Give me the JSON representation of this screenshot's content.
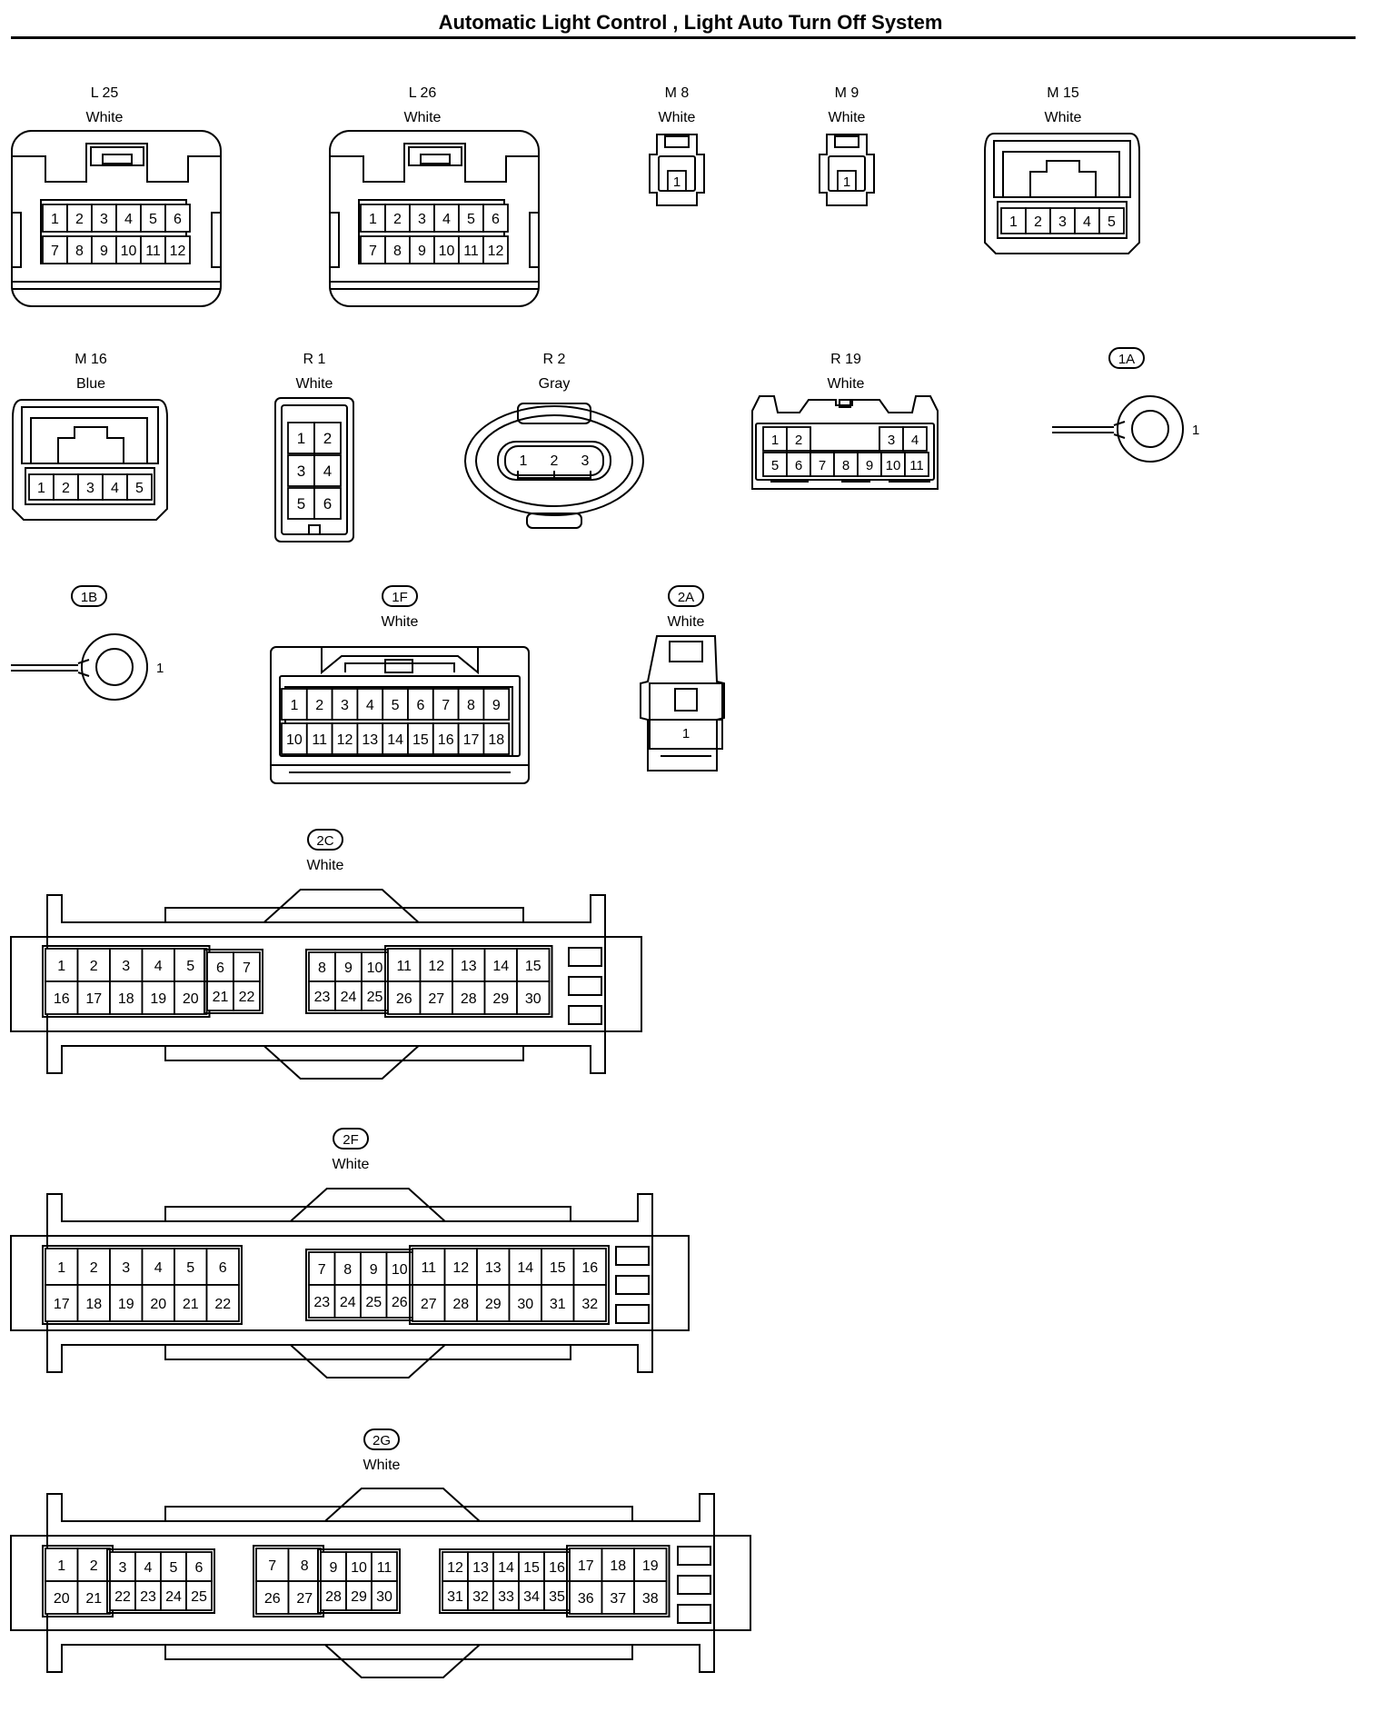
{
  "title": "Automatic Light Control , Light Auto Turn Off System",
  "connectors": [
    {
      "code": "L 25",
      "color": "White",
      "style": "plain",
      "pins": [
        [
          "1",
          "2",
          "3",
          "4",
          "5",
          "6"
        ],
        [
          "7",
          "8",
          "9",
          "10",
          "11",
          "12"
        ]
      ]
    },
    {
      "code": "L 26",
      "color": "White",
      "style": "plain",
      "pins": [
        [
          "1",
          "2",
          "3",
          "4",
          "5",
          "6"
        ],
        [
          "7",
          "8",
          "9",
          "10",
          "11",
          "12"
        ]
      ]
    },
    {
      "code": "M 8",
      "color": "White",
      "style": "plain",
      "pins": [
        [
          "1"
        ]
      ]
    },
    {
      "code": "M 9",
      "color": "White",
      "style": "plain",
      "pins": [
        [
          "1"
        ]
      ]
    },
    {
      "code": "M 15",
      "color": "White",
      "style": "plain",
      "pins": [
        [
          "1",
          "2",
          "3",
          "4",
          "5"
        ]
      ]
    },
    {
      "code": "M 16",
      "color": "Blue",
      "style": "plain",
      "pins": [
        [
          "1",
          "2",
          "3",
          "4",
          "5"
        ]
      ]
    },
    {
      "code": "R 1",
      "color": "White",
      "style": "plain",
      "pins": [
        [
          "1",
          "2"
        ],
        [
          "3",
          "4"
        ],
        [
          "5",
          "6"
        ]
      ]
    },
    {
      "code": "R 2",
      "color": "Gray",
      "style": "plain",
      "pins": [
        [
          "1",
          "2",
          "3"
        ]
      ]
    },
    {
      "code": "R 19",
      "color": "White",
      "style": "plain",
      "pins": [
        [
          "1",
          "2",
          "3",
          "4"
        ],
        [
          "5",
          "6",
          "7",
          "8",
          "9",
          "10",
          "11"
        ]
      ]
    },
    {
      "code": "1A",
      "color": "",
      "style": "pill",
      "pins": [
        [
          "1"
        ]
      ]
    },
    {
      "code": "1B",
      "color": "",
      "style": "pill",
      "pins": [
        [
          "1"
        ]
      ]
    },
    {
      "code": "1F",
      "color": "White",
      "style": "pill",
      "pins": [
        [
          "1",
          "2",
          "3",
          "4",
          "5",
          "6",
          "7",
          "8",
          "9"
        ],
        [
          "10",
          "11",
          "12",
          "13",
          "14",
          "15",
          "16",
          "17",
          "18"
        ]
      ]
    },
    {
      "code": "2A",
      "color": "White",
      "style": "pill",
      "pins": [
        [
          "1"
        ]
      ]
    },
    {
      "code": "2C",
      "color": "White",
      "style": "pill",
      "pins": [
        [
          "1",
          "2",
          "3",
          "4",
          "5",
          "6",
          "7",
          "8",
          "9",
          "10",
          "11",
          "12",
          "13",
          "14",
          "15"
        ],
        [
          "16",
          "17",
          "18",
          "19",
          "20",
          "21",
          "22",
          "23",
          "24",
          "25",
          "26",
          "27",
          "28",
          "29",
          "30"
        ]
      ]
    },
    {
      "code": "2F",
      "color": "White",
      "style": "pill",
      "pins": [
        [
          "1",
          "2",
          "3",
          "4",
          "5",
          "6",
          "7",
          "8",
          "9",
          "10",
          "11",
          "12",
          "13",
          "14",
          "15",
          "16"
        ],
        [
          "17",
          "18",
          "19",
          "20",
          "21",
          "22",
          "23",
          "24",
          "25",
          "26",
          "27",
          "28",
          "29",
          "30",
          "31",
          "32"
        ]
      ]
    },
    {
      "code": "2G",
      "color": "White",
      "style": "pill",
      "pins": [
        [
          "1",
          "2",
          "3",
          "4",
          "5",
          "6",
          "7",
          "8",
          "9",
          "10",
          "11",
          "12",
          "13",
          "14",
          "15",
          "16",
          "17",
          "18",
          "19"
        ],
        [
          "20",
          "21",
          "22",
          "23",
          "24",
          "25",
          "26",
          "27",
          "28",
          "29",
          "30",
          "31",
          "32",
          "33",
          "34",
          "35",
          "36",
          "37",
          "38"
        ]
      ]
    }
  ]
}
